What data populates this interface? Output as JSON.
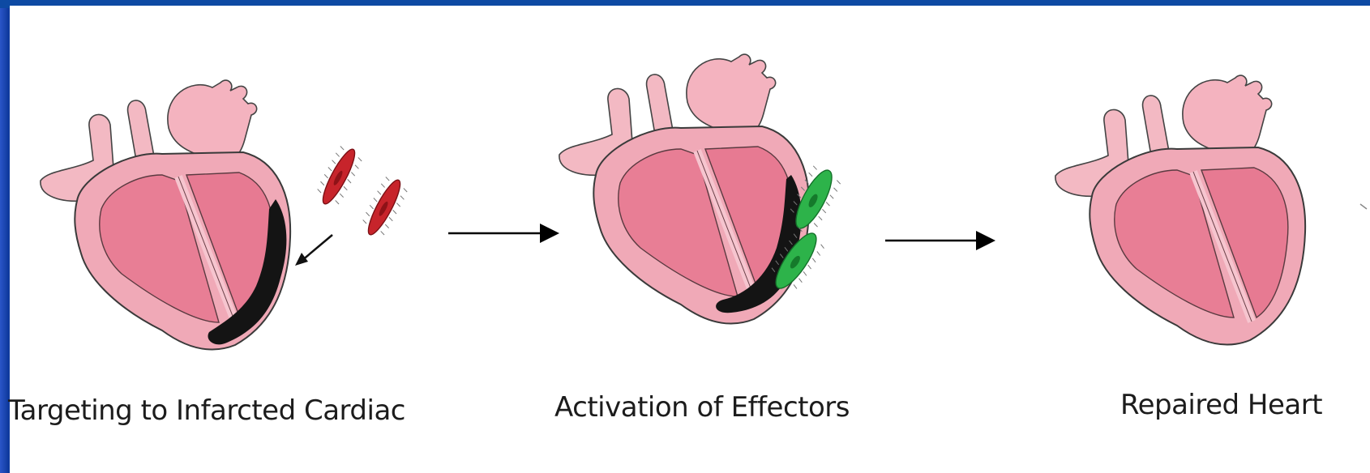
{
  "stages": [
    {
      "caption": "Targeting to Infarcted Cardiac"
    },
    {
      "caption": "Activation of  Effectors"
    },
    {
      "caption": "Repaired Heart"
    }
  ],
  "colors": {
    "frame": "#0d4aa3",
    "heart_outer": "#f0a9b7",
    "heart_inner": "#e87e95",
    "infarct": "#141414",
    "targeting_cell": "#c7242b",
    "effector_cell": "#2db34a",
    "arrow": "#000000"
  },
  "icons": [
    "heart-icon",
    "infarct-scar-icon",
    "targeting-cell-icon",
    "effector-cell-icon",
    "arrow-right-icon"
  ]
}
